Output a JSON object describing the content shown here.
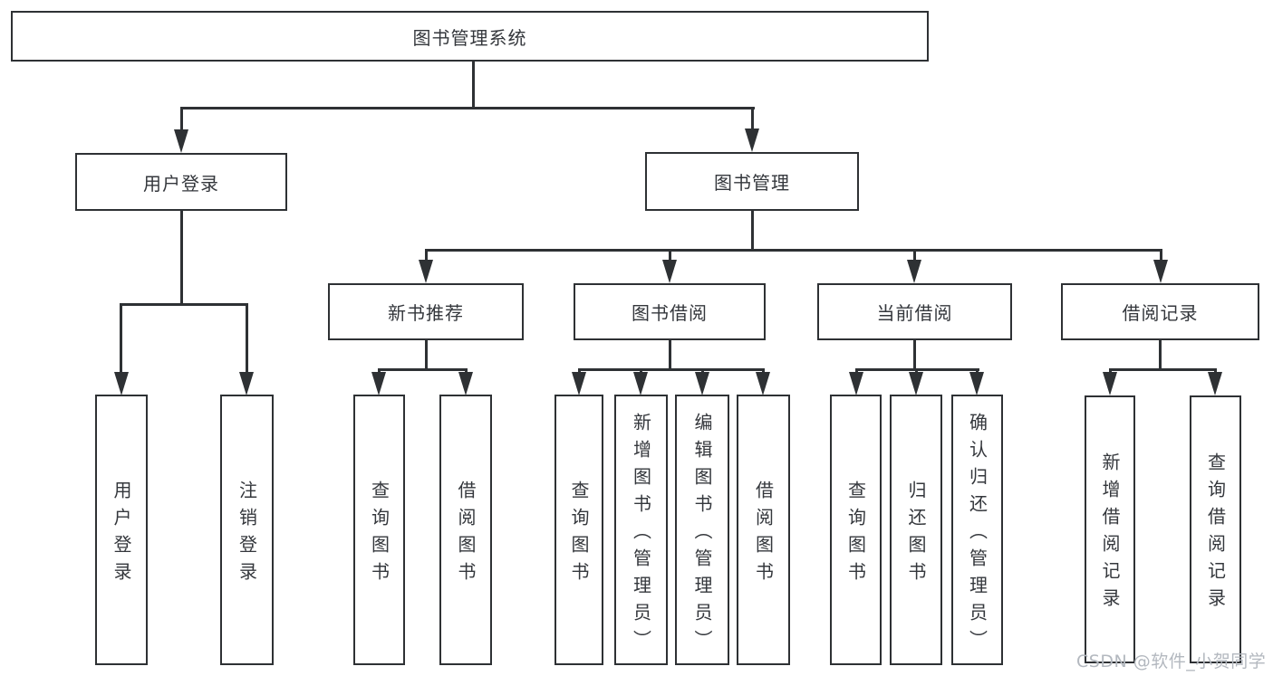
{
  "diagram": {
    "title": "图书管理系统",
    "level2": {
      "user_login": "用户登录",
      "book_management": "图书管理"
    },
    "level3": {
      "new_book_recommend": "新书推荐",
      "book_borrowing": "图书借阅",
      "current_borrowing": "当前借阅",
      "borrowing_records": "借阅记录"
    },
    "leaves": {
      "user_login": "用户登录",
      "logout": "注销登录",
      "rec_query_books": "查询图书",
      "rec_borrow_books": "借阅图书",
      "bb_query_books": "查询图书",
      "bb_add_books": "新增图书（管理员）",
      "bb_edit_books": "编辑图书（管理员）",
      "bb_borrow_books": "借阅图书",
      "cb_query_books": "查询图书",
      "cb_return_books": "归还图书",
      "cb_confirm_return": "确认归还（管理员）",
      "br_add_record": "新增借阅记录",
      "br_query_record": "查询借阅记录"
    }
  },
  "watermark": "CSDN @软件_小贺同学",
  "colors": {
    "line": "#2e3134",
    "text": "#34373c",
    "watermark": "#b3b8bf",
    "background": "#ffffff"
  }
}
